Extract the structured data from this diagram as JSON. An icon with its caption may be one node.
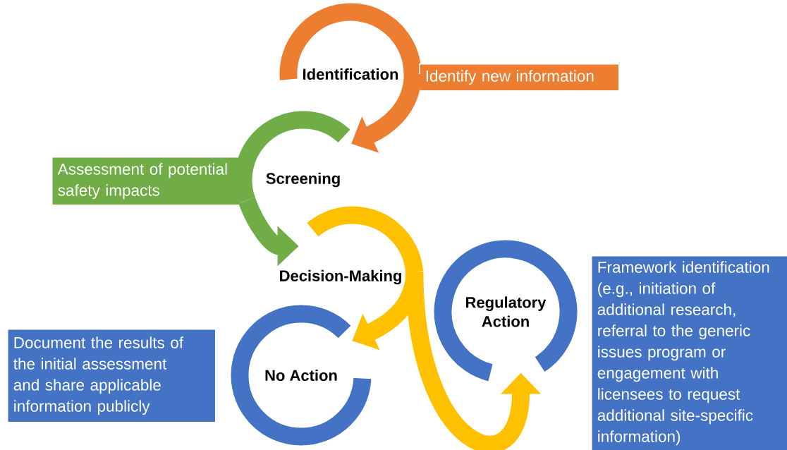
{
  "diagram": {
    "nodes": [
      {
        "text": [
          "Identification"
        ]
      },
      {
        "text": [
          "Identify new information"
        ]
      },
      {
        "text": [
          "Assessment of potential safety impacts"
        ]
      },
      {
        "text": [
          "Screening"
        ]
      },
      {
        "text": [
          "Decision-Making"
        ]
      },
      {
        "text": [
          "Framework identification (e.g., initiation of additional research, referral to the generic issues program or engagement with licensees to request additional site-specific information)"
        ]
      },
      {
        "text": [
          "Regulatory Action"
        ]
      },
      {
        "text": [
          "Document the results of the initial assessment and share applicable information publicly"
        ]
      },
      {
        "text": [
          "No Action"
        ]
      }
    ],
    "edges": [
      {
        "from": 0,
        "to": 3,
        "arrow": "to",
        "color": "#ed7d31"
      },
      {
        "from": 3,
        "to": 4,
        "arrow": "to",
        "color": "#70ad47"
      },
      {
        "from": 4,
        "to": 8,
        "arrow": "to",
        "color": "#ffc000"
      },
      {
        "from": 4,
        "to": 6,
        "arrow": "to",
        "color": "#ffc000"
      }
    ]
  }
}
